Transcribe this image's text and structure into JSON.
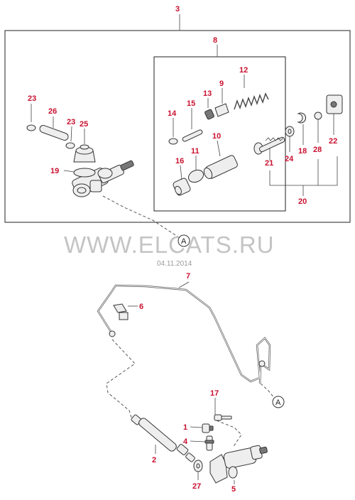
{
  "watermark": "WWW.ELCATS.RU",
  "date": "04.11.2014",
  "ref_marker": "A",
  "labels": {
    "l1": "1",
    "l2": "2",
    "l3": "3",
    "l4": "4",
    "l5": "5",
    "l6": "6",
    "l7": "7",
    "l8": "8",
    "l9": "9",
    "l10": "10",
    "l11": "11",
    "l12": "12",
    "l13": "13",
    "l14": "14",
    "l15": "15",
    "l16": "16",
    "l17": "17",
    "l18": "18",
    "l19": "19",
    "l20": "20",
    "l21": "21",
    "l22": "22",
    "l23a": "23",
    "l23b": "23",
    "l24": "24",
    "l25": "25",
    "l26": "26",
    "l27": "27",
    "l28": "28"
  },
  "colors": {
    "label": "#c8102e",
    "watermark": "#c4c4c4"
  }
}
